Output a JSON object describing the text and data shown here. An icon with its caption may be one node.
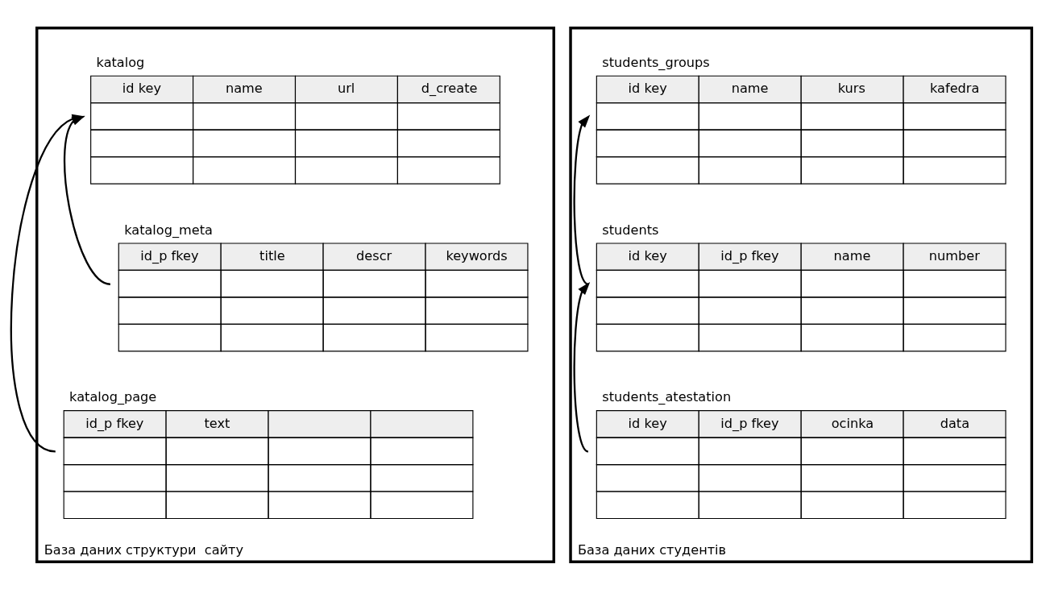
{
  "diagram": {
    "nodes": [
      {
        "text": [
          "База даних структури  сайту"
        ]
      },
      {
        "text": [
          "katalog",
          "id key",
          "name",
          "url",
          "d_create"
        ],
        "in": 0
      },
      {
        "text": [
          "katalog_meta",
          "id_p fkey",
          "title",
          "descr",
          "keywords"
        ],
        "in": 0
      },
      {
        "text": [
          "katalog_page",
          "id_p fkey",
          "text"
        ],
        "in": 0
      },
      {
        "text": [
          "База даних студентів"
        ]
      },
      {
        "text": [
          "students_groups",
          "id key",
          "name",
          "kurs",
          "kafedra"
        ],
        "in": 4
      },
      {
        "text": [
          "students",
          "id key",
          "id_p fkey",
          "name",
          "number"
        ],
        "in": 4
      },
      {
        "text": [
          "students_atestation",
          "id key",
          "id_p fkey",
          "ocinka",
          "data"
        ],
        "in": 4
      }
    ],
    "edges": [
      {
        "from": 2,
        "to": 1,
        "arrow": "to"
      },
      {
        "from": 3,
        "to": 1,
        "arrow": "to"
      },
      {
        "from": 6,
        "to": 5,
        "arrow": "to"
      },
      {
        "from": 7,
        "to": 6,
        "arrow": "to"
      }
    ]
  }
}
